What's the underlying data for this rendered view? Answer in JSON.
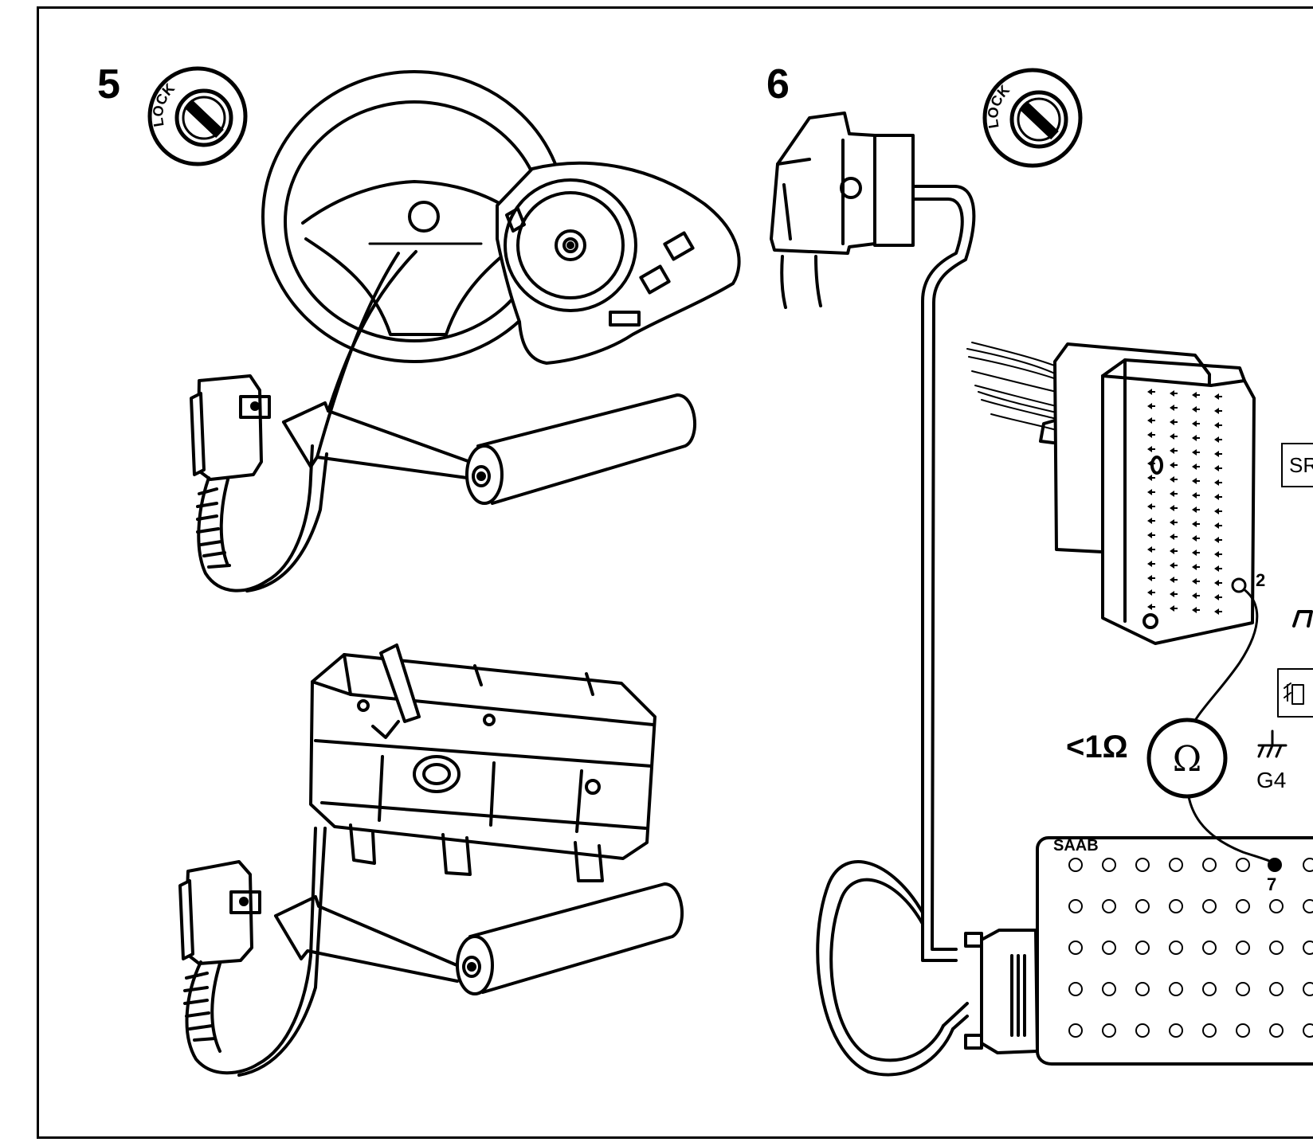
{
  "steps": {
    "step5": "5",
    "step6": "6"
  },
  "lock": {
    "text": "LOCK"
  },
  "meter": {
    "value_text": "<1Ω",
    "symbol": "Ω"
  },
  "ground": {
    "label": "G4"
  },
  "pins": {
    "connector_pin": "2",
    "box_pin": "7"
  },
  "tester": {
    "brand": "SAAB"
  },
  "srs_box": {
    "text": "SR"
  }
}
